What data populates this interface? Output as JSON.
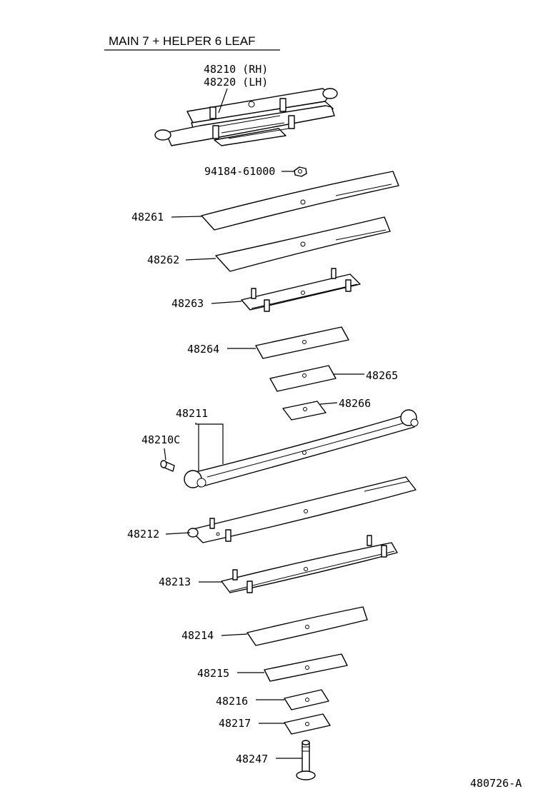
{
  "title": "MAIN 7 + HELPER 6 LEAF",
  "figure_code": "480726-A",
  "parts": [
    {
      "key": "assy",
      "number": "48210 (RH)",
      "number2": "48220 (LH)"
    },
    {
      "key": "nut",
      "number": "94184-61000"
    },
    {
      "key": "p48261",
      "number": "48261"
    },
    {
      "key": "p48262",
      "number": "48262"
    },
    {
      "key": "p48263",
      "number": "48263"
    },
    {
      "key": "p48264",
      "number": "48264"
    },
    {
      "key": "p48265",
      "number": "48265"
    },
    {
      "key": "p48266",
      "number": "48266"
    },
    {
      "key": "p48211",
      "number": "48211"
    },
    {
      "key": "p48210c",
      "number": "48210C"
    },
    {
      "key": "p48212",
      "number": "48212"
    },
    {
      "key": "p48213",
      "number": "48213"
    },
    {
      "key": "p48214",
      "number": "48214"
    },
    {
      "key": "p48215",
      "number": "48215"
    },
    {
      "key": "p48216",
      "number": "48216"
    },
    {
      "key": "p48217",
      "number": "48217"
    },
    {
      "key": "p48247",
      "number": "48247"
    }
  ]
}
